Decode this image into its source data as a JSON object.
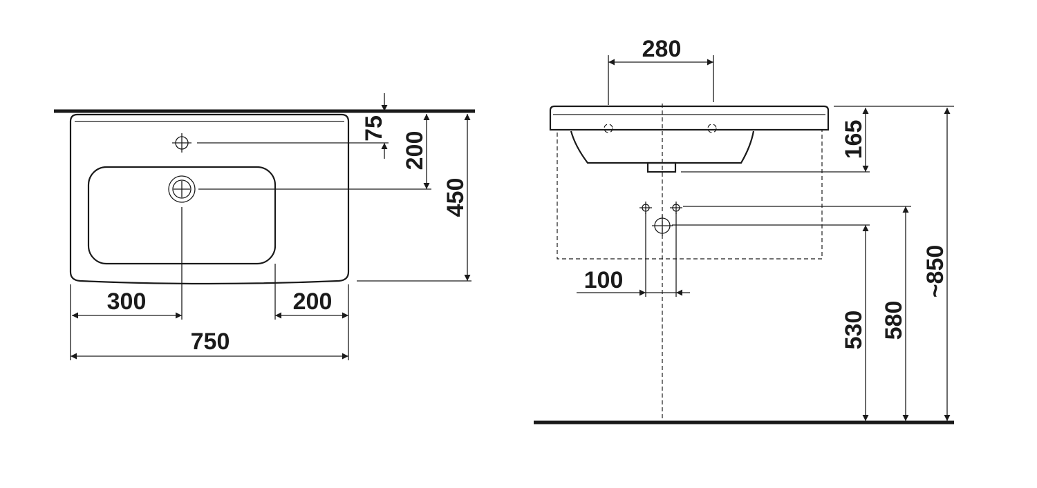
{
  "plan_view": {
    "dim_75": "75",
    "dim_200_vertical": "200",
    "dim_450": "450",
    "dim_300": "300",
    "dim_200_horizontal": "200",
    "dim_750": "750"
  },
  "side_view": {
    "dim_280": "280",
    "dim_165": "165",
    "dim_100": "100",
    "dim_530": "530",
    "dim_580": "580",
    "dim_850": "~850"
  },
  "colors": {
    "line": "#1a1a1a",
    "background": "#ffffff"
  }
}
